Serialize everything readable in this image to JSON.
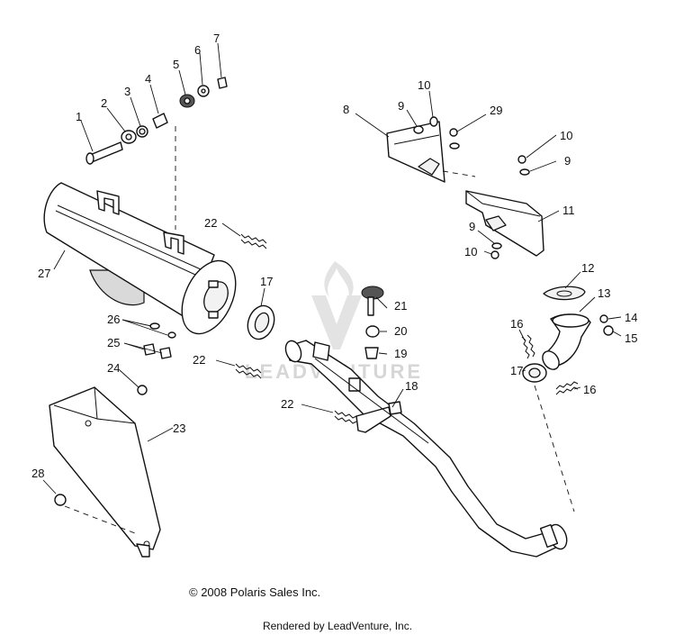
{
  "callouts": {
    "c1": "1",
    "c2": "2",
    "c3": "3",
    "c4": "4",
    "c5": "5",
    "c6": "6",
    "c7": "7",
    "c8": "8",
    "c9a": "9",
    "c9b": "9",
    "c9c": "9",
    "c10a": "10",
    "c10b": "10",
    "c10c": "10",
    "c11": "11",
    "c12": "12",
    "c13": "13",
    "c14": "14",
    "c15": "15",
    "c16a": "16",
    "c16b": "16",
    "c17a": "17",
    "c17b": "17",
    "c18": "18",
    "c19": "19",
    "c20": "20",
    "c21": "21",
    "c22a": "22",
    "c22b": "22",
    "c22c": "22",
    "c23": "23",
    "c24": "24",
    "c25": "25",
    "c26": "26",
    "c27": "27",
    "c28": "28",
    "c29": "29"
  },
  "watermark": {
    "text": "LEADVENTURE"
  },
  "footer": {
    "copyright": "© 2008 Polaris Sales Inc.",
    "rendered_by": "Rendered by LeadVenture, Inc."
  }
}
